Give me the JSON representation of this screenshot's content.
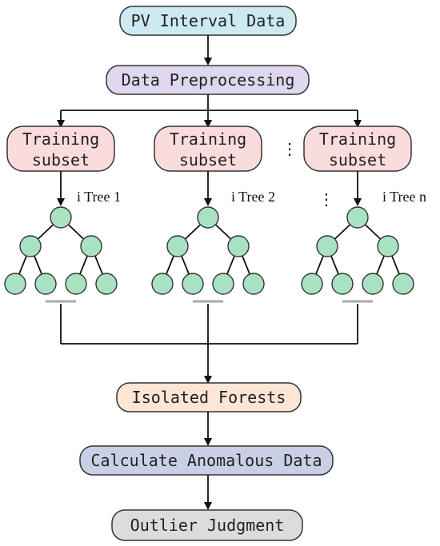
{
  "diagram": {
    "top_box": {
      "label": "PV Interval Data",
      "fill": "#cde9f1"
    },
    "preprocess_box": {
      "label": "Data Preprocessing",
      "fill": "#ded7ee"
    },
    "subsets": [
      {
        "line1": "Training",
        "line2": "subset",
        "tree_label": "i Tree 1",
        "fill": "#fbdcdc"
      },
      {
        "line1": "Training",
        "line2": "subset",
        "tree_label": "i Tree 2",
        "fill": "#fbdcdc"
      },
      {
        "line1": "Training",
        "line2": "subset",
        "tree_label": "i Tree n",
        "fill": "#fbdcdc"
      }
    ],
    "ellipsis_symbol": "⋮",
    "node_fill": "#a8e2c2",
    "forest_box": {
      "label": "Isolated Forests",
      "fill": "#fde6d4"
    },
    "calc_box": {
      "label": "Calculate Anomalous Data",
      "fill": "#c9d0e5"
    },
    "judge_box": {
      "label": "Outlier Judgment",
      "fill": "#dcdcdc"
    }
  }
}
